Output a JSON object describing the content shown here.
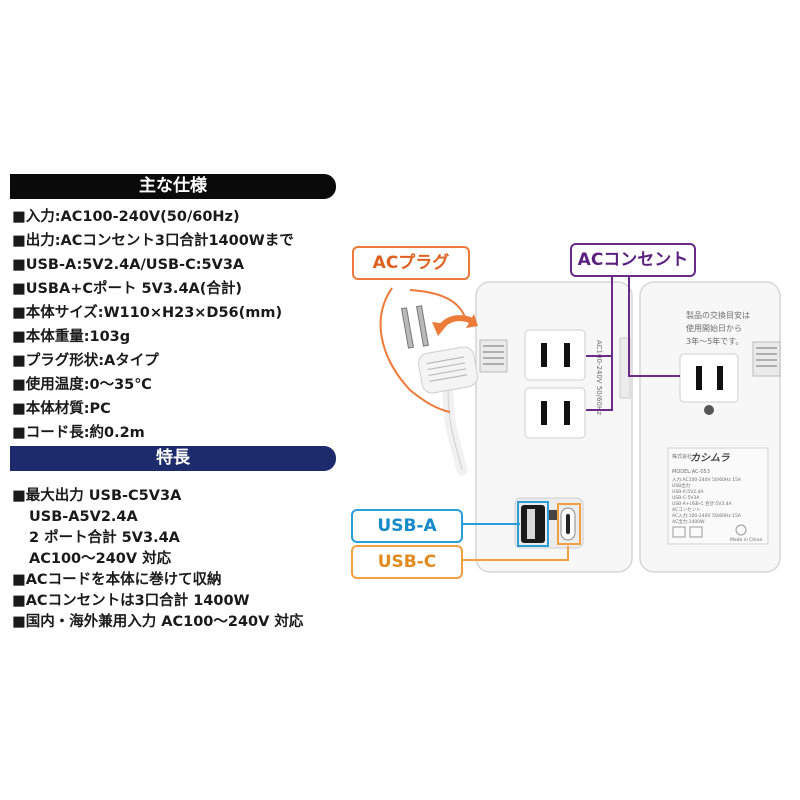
{
  "spec": {
    "header": "主な仕様",
    "lines": [
      "■入力:AC100-240V(50/60Hz)",
      "■出力:ACコンセント3口合計1400Wまで",
      "■USB-A:5V2.4A/USB-C:5V3A",
      "■USBA+Cポート 5V3.4A(合計)",
      "■本体サイズ:W110×H23×D56(mm)",
      "■本体重量:103g",
      "■プラグ形状:Aタイプ",
      "■使用温度:0～35℃",
      "■本体材質:PC",
      "■コード長:約0.2m"
    ]
  },
  "features": {
    "header": "特長",
    "line1": "■最大出力 USB-C5V3A",
    "sub": [
      "USB-A5V2.4A",
      "2 ポート合計 5V3.4A",
      "AC100～240V 対応"
    ],
    "line2": "■ACコードを本体に巻けて収納",
    "line3": "■ACコンセントは3口合計 1400W",
    "line4": "■国内・海外兼用入力 AC100～240V 対応"
  },
  "labels": {
    "ac_plug": "ACプラグ",
    "ac_outlet": "ACコンセント",
    "usb_a": "USB-A",
    "usb_c": "USB-C"
  },
  "product": {
    "side_text": "AC100-240V 50/60Hz",
    "back_notice": [
      "製品の交換目安は",
      "使用開始日から",
      "3年～5年です。"
    ],
    "brand_prefix": "株式会社",
    "brand": "カシムラ",
    "model": "MODEL:AC-053",
    "rating_lines": [
      "入力:AC100-240V 50/60Hz 15A",
      "USB出力",
      "USB-A:5V2.4A",
      "USB-C:5V3A",
      "USB-A+USB-C 合計:5V3.4A",
      "ACコンセント",
      "AC入力:100-240V 50/60Hz 15A",
      "AC出力:1400W"
    ],
    "made_in": "Made in China"
  },
  "colors": {
    "ac_plug": "#ee7a3a",
    "ac_outlet": "#6a2a8a",
    "usb_a": "#2a9ed8",
    "usb_c": "#f0a040",
    "spec_header": "#0a0a0a",
    "feature_header": "#1d2a6b"
  }
}
